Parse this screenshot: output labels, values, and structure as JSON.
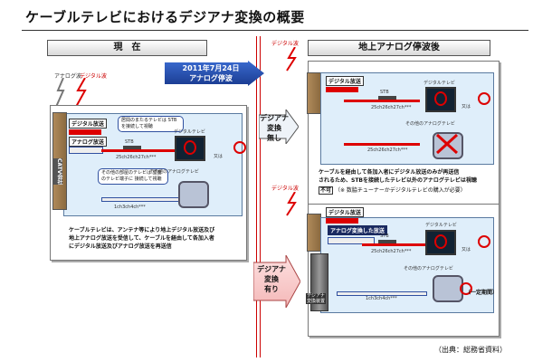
{
  "page": {
    "title": "ケーブルテレビにおけるデジアナ変換の概要",
    "source": "（出典：総務省資料）"
  },
  "left": {
    "header": "現　在",
    "antenna_labels": [
      "アナログ波",
      "デジタル波"
    ],
    "digital_broadcast": "デジタル放送",
    "analog_broadcast": "アナログ放送",
    "bubble_top": "居間のまたるテレビは STBを接続して視聴",
    "bubble_bottom": "その他の部屋のテレビは 壁面のテレビ端子に 接続して視聴",
    "stb": "STB",
    "channel_code": "25ch26ch27ch***",
    "channel_code_analog": "1ch3ch4ch***",
    "digital_tv": "デジタルテレビ",
    "other_analog_tv": "その他のアナログテレビ",
    "or": "又は",
    "catv": "CATV会社",
    "note": [
      "ケーブルテレビは、アンテナ等により地上デジタル放送及び",
      "地上アナログ放送を受信して、ケーブルを経由して各加入者",
      "にデジタル放送及びアナログ放送を再送信"
    ]
  },
  "date_arrow": {
    "line1": "2011年7月24日",
    "line2": "アナログ停波"
  },
  "middle": {
    "no_conversion": [
      "デジアナ",
      "変換",
      "無し"
    ],
    "with_conversion": [
      "デジアナ",
      "変換",
      "有り"
    ]
  },
  "right": {
    "header": "地上アナログ停波後",
    "antenna_label": "デジタル波",
    "top": {
      "digital_broadcast": "デジタル放送",
      "stb": "STB",
      "channel_code": "25ch26ch27ch***",
      "channel_code2": "25ch26ch27ch***",
      "digital_tv": "デジタルテレビ",
      "other_analog_tv": "その他のアナログテレビ",
      "or": "又は",
      "note": [
        "ケーブルを経由して各加入者にデジタル放送のみが再送信",
        "されるため、STBを接続したテレビ以外のアナログテレビは視聴"
      ],
      "note_badge": "不可",
      "note_paren": "（※ 数脇チューナーかデジタルテレビの購入が必要）"
    },
    "bottom": {
      "digital_broadcast": "デジタル放送",
      "analog_converted": "アナログ変換した放送",
      "stb": "STB",
      "channel_code": "25ch26ch27ch***",
      "channel_code_analog": "1ch3ch4ch***",
      "digital_tv": "デジタルテレビ",
      "other_analog_tv": "その他のアナログテレビ",
      "or": "又は",
      "device": [
        "デジアナ",
        "変換装置"
      ],
      "limited": "（一定期間）"
    }
  }
}
